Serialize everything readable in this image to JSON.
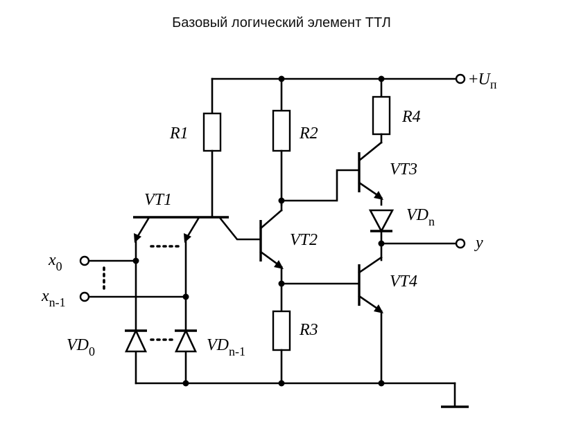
{
  "title": "Базовый логический элемент ТТЛ",
  "labels": {
    "supply": {
      "sign": "+",
      "symbol": "U",
      "sub": "п"
    },
    "output": "y",
    "input_first": {
      "symbol": "x",
      "sub": "0"
    },
    "input_last": {
      "symbol": "x",
      "sub": "n-1"
    },
    "resistors": {
      "r1": "R1",
      "r2": "R2",
      "r3": "R3",
      "r4": "R4"
    },
    "transistors": {
      "vt1": {
        "symbol": "VT",
        "num": "1"
      },
      "vt2": {
        "symbol": "VT",
        "num": "2"
      },
      "vt3": {
        "symbol": "VT",
        "num": "3"
      },
      "vt4": {
        "symbol": "VT",
        "num": "4"
      }
    },
    "diodes": {
      "vdn": {
        "symbol": "VD",
        "sub": "n"
      },
      "vd0": {
        "symbol": "VD",
        "sub": "0"
      },
      "vdn1": {
        "symbol": "VD",
        "sub": "n-1"
      }
    }
  }
}
